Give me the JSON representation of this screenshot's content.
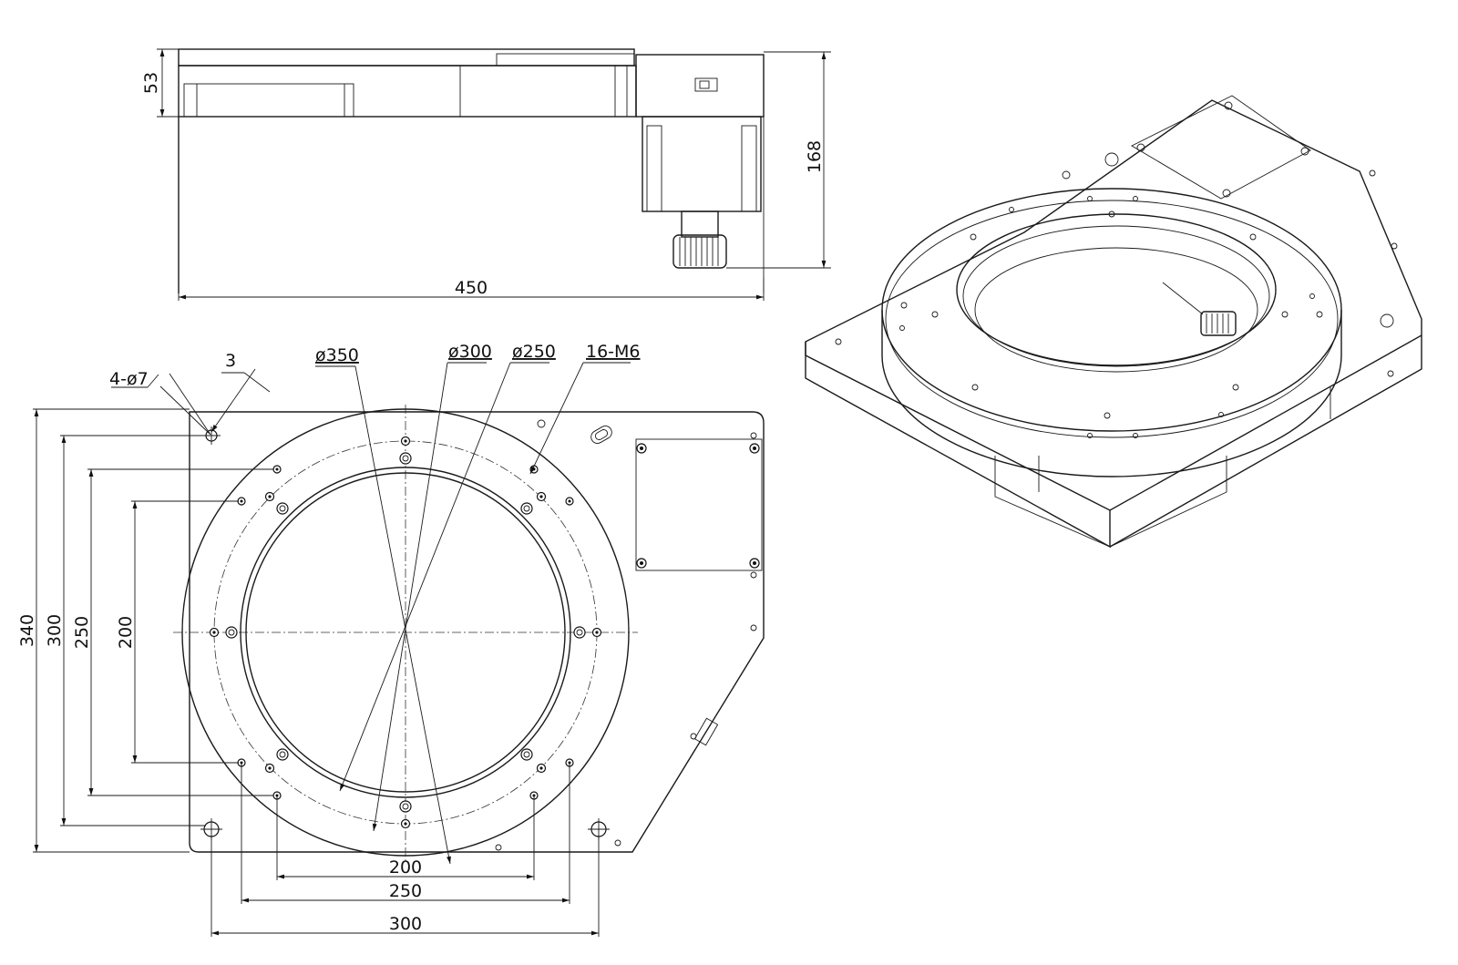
{
  "side_view": {
    "dim_height_top": "53",
    "dim_height_total": "168",
    "dim_length": "450"
  },
  "top_view": {
    "callout_holes": "4-ø7",
    "callout_chamfer": "3",
    "callout_d350": "ø350",
    "callout_d300": "ø300",
    "callout_d250": "ø250",
    "callout_threads": "16-M6",
    "dim_v_340": "340",
    "dim_v_300": "300",
    "dim_v_250": "250",
    "dim_v_200": "200",
    "dim_h_200": "200",
    "dim_h_250": "250",
    "dim_h_300": "300"
  },
  "iso_view": {
    "label": ""
  }
}
